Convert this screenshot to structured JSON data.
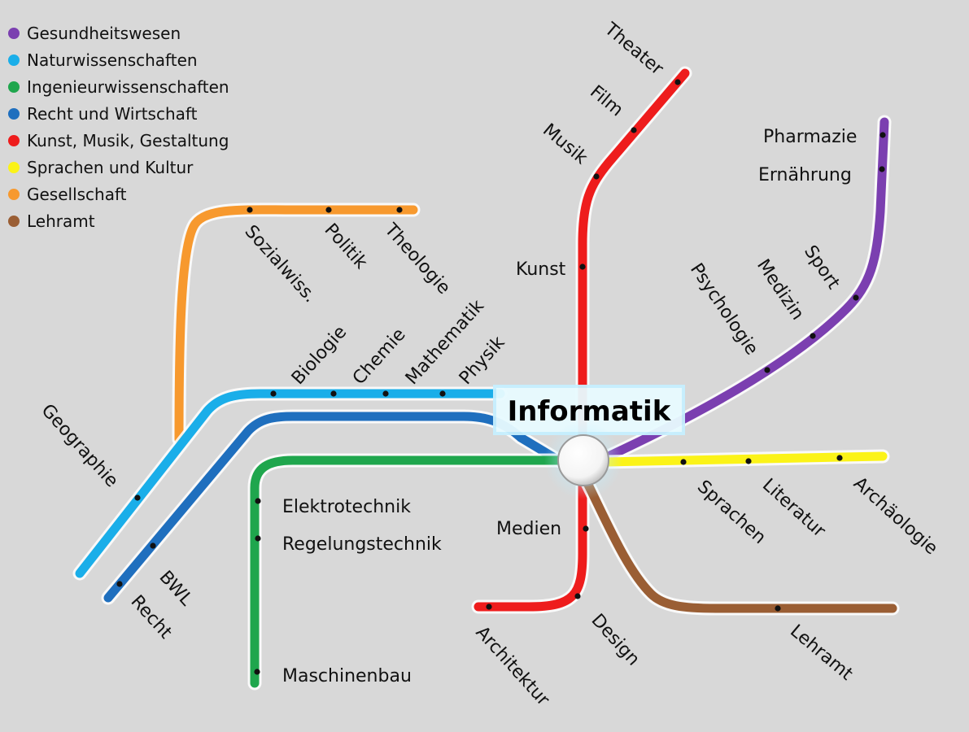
{
  "background": "#d8d8d8",
  "hub": {
    "title": "Informatik"
  },
  "legend": [
    {
      "label": "Gesundheitswesen",
      "color": "#7b3fb0"
    },
    {
      "label": "Naturwissenschaften",
      "color": "#1aaee9"
    },
    {
      "label": "Ingenieurwissenschaften",
      "color": "#1fa64d"
    },
    {
      "label": "Recht und Wirtschaft",
      "color": "#1f6fbe"
    },
    {
      "label": "Kunst, Musik, Gestaltung",
      "color": "#ee1c1c"
    },
    {
      "label": "Sprachen und Kultur",
      "color": "#fbf318"
    },
    {
      "label": "Gesellschaft",
      "color": "#f7992e"
    },
    {
      "label": "Lehramt",
      "color": "#9a5e34"
    }
  ],
  "lines": {
    "gesellschaft": {
      "color": "#f7992e"
    },
    "naturwissenschaften": {
      "color": "#1aaee9"
    },
    "recht_wirtschaft": {
      "color": "#1f6fbe"
    },
    "ingenieur": {
      "color": "#1fa64d"
    },
    "kunst": {
      "color": "#ee1c1c"
    },
    "gesundheit": {
      "color": "#7b3fb0"
    },
    "sprachen": {
      "color": "#fbf318"
    },
    "lehramt": {
      "color": "#9a5e34"
    }
  },
  "stations": {
    "sozialwiss": "Sozialwiss.",
    "politik": "Politik",
    "theologie": "Theologie",
    "geographie": "Geographie",
    "biologie": "Biologie",
    "chemie": "Chemie",
    "mathematik": "Mathematik",
    "physik": "Physik",
    "bwl": "BWL",
    "recht": "Recht",
    "elektrotechnik": "Elektrotechnik",
    "regelungstechnik": "Regelungstechnik",
    "maschinenbau": "Maschinenbau",
    "theater": "Theater",
    "film": "Film",
    "musik": "Musik",
    "kunst": "Kunst",
    "medien": "Medien",
    "architektur": "Architektur",
    "design": "Design",
    "pharmazie": "Pharmazie",
    "ernaehrung": "Ernährung",
    "sport": "Sport",
    "medizin": "Medizin",
    "psychologie": "Psychologie",
    "sprachen": "Sprachen",
    "literatur": "Literatur",
    "archaeologie": "Archäologie",
    "lehramt": "Lehramt"
  }
}
